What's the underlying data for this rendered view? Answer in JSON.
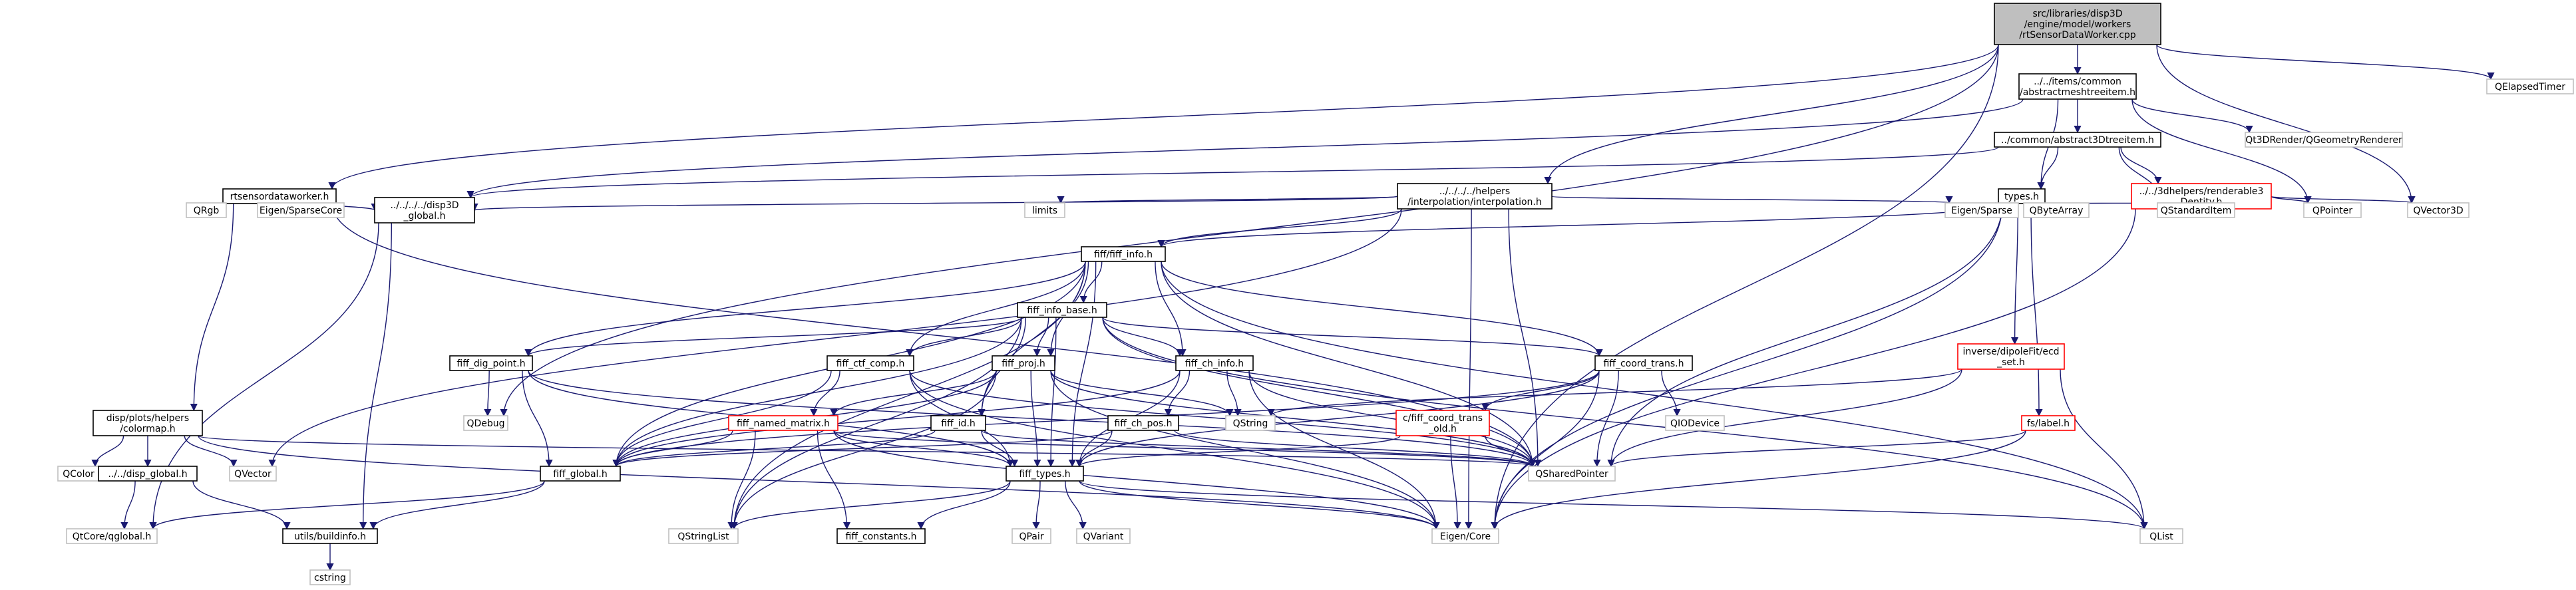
{
  "colors": {
    "background": "#ffffff",
    "edge": "#191970",
    "edge_external": "#63b8ff",
    "node_border": "#000000",
    "node_border_truncated": "#ff0000",
    "node_border_external": "#bfbfbf",
    "root_fill": "#bfbfbf"
  },
  "nodes": [
    {
      "id": "root",
      "lines": [
        "src/libraries/disp3D",
        "/engine/model/workers",
        "/rtSensorDataWorker.cpp"
      ],
      "kind": "root"
    },
    {
      "id": "abstractmesh",
      "lines": [
        "../../items/common",
        "/abstractmeshtreeitem.h"
      ],
      "kind": "normal"
    },
    {
      "id": "qelapsed",
      "lines": [
        "QElapsedTimer"
      ],
      "kind": "external"
    },
    {
      "id": "qt3drender",
      "lines": [
        "Qt3DRender/QGeometryRenderer"
      ],
      "kind": "external"
    },
    {
      "id": "abstract3d",
      "lines": [
        "../common/abstract3Dtreeitem.h"
      ],
      "kind": "normal"
    },
    {
      "id": "rtsensordataworker",
      "lines": [
        "rtsensordataworker.h"
      ],
      "kind": "normal"
    },
    {
      "id": "interpolation",
      "lines": [
        "../../../../helpers",
        "/interpolation/interpolation.h"
      ],
      "kind": "normal"
    },
    {
      "id": "typesh",
      "lines": [
        "types.h"
      ],
      "kind": "normal"
    },
    {
      "id": "renderable3",
      "lines": [
        "../../3dhelpers/renderable3",
        "Dentity.h"
      ],
      "kind": "truncated"
    },
    {
      "id": "qrgb",
      "lines": [
        "QRgb"
      ],
      "kind": "external"
    },
    {
      "id": "eigensparsecore",
      "lines": [
        "Eigen/SparseCore"
      ],
      "kind": "external"
    },
    {
      "id": "disp3dglobal",
      "lines": [
        "../../../../disp3D",
        "_global.h"
      ],
      "kind": "normal"
    },
    {
      "id": "limits",
      "lines": [
        "limits"
      ],
      "kind": "external"
    },
    {
      "id": "fiffinfo",
      "lines": [
        "fiff/fiff_info.h"
      ],
      "kind": "normal"
    },
    {
      "id": "eigensparse",
      "lines": [
        "Eigen/Sparse"
      ],
      "kind": "external"
    },
    {
      "id": "qbytearray",
      "lines": [
        "QByteArray"
      ],
      "kind": "external"
    },
    {
      "id": "qstandarditem",
      "lines": [
        "QStandardItem"
      ],
      "kind": "external"
    },
    {
      "id": "qpointer",
      "lines": [
        "QPointer"
      ],
      "kind": "external"
    },
    {
      "id": "qvector3d",
      "lines": [
        "QVector3D"
      ],
      "kind": "external"
    },
    {
      "id": "fiffinfobase",
      "lines": [
        "fiff_info_base.h"
      ],
      "kind": "normal"
    },
    {
      "id": "dipolefit",
      "lines": [
        "inverse/dipoleFit/ecd",
        "_set.h"
      ],
      "kind": "truncated"
    },
    {
      "id": "fiffdigpoint",
      "lines": [
        "fiff_dig_point.h"
      ],
      "kind": "normal"
    },
    {
      "id": "fiffctfcomp",
      "lines": [
        "fiff_ctf_comp.h"
      ],
      "kind": "normal"
    },
    {
      "id": "fiffproj",
      "lines": [
        "fiff_proj.h"
      ],
      "kind": "normal"
    },
    {
      "id": "fiffchinfo",
      "lines": [
        "fiff_ch_info.h"
      ],
      "kind": "normal"
    },
    {
      "id": "fiffcoordtrans",
      "lines": [
        "fiff_coord_trans.h"
      ],
      "kind": "normal"
    },
    {
      "id": "colormap",
      "lines": [
        "disp/plots/helpers",
        "/colormap.h"
      ],
      "kind": "normal"
    },
    {
      "id": "qdebug",
      "lines": [
        "QDebug"
      ],
      "kind": "external"
    },
    {
      "id": "qstring",
      "lines": [
        "QString"
      ],
      "kind": "external"
    },
    {
      "id": "qiodevice",
      "lines": [
        "QIODevice"
      ],
      "kind": "external"
    },
    {
      "id": "fslabel",
      "lines": [
        "fs/label.h"
      ],
      "kind": "truncated"
    },
    {
      "id": "fiffnamedmatrix",
      "lines": [
        "fiff_named_matrix.h"
      ],
      "kind": "truncated"
    },
    {
      "id": "fiffid",
      "lines": [
        "fiff_id.h"
      ],
      "kind": "normal"
    },
    {
      "id": "fiffchpos",
      "lines": [
        "fiff_ch_pos.h"
      ],
      "kind": "normal"
    },
    {
      "id": "coordtransold",
      "lines": [
        "c/fiff_coord_trans",
        "_old.h"
      ],
      "kind": "truncated"
    },
    {
      "id": "qcolor",
      "lines": [
        "QColor"
      ],
      "kind": "external"
    },
    {
      "id": "qvector",
      "lines": [
        "QVector"
      ],
      "kind": "external"
    },
    {
      "id": "dispglobal",
      "lines": [
        "../../disp_global.h"
      ],
      "kind": "normal"
    },
    {
      "id": "fiffglobal",
      "lines": [
        "fiff_global.h"
      ],
      "kind": "normal"
    },
    {
      "id": "fifftypes",
      "lines": [
        "fiff_types.h"
      ],
      "kind": "normal"
    },
    {
      "id": "qsharedpointer",
      "lines": [
        "QSharedPointer"
      ],
      "kind": "external"
    },
    {
      "id": "qtcoreqglobal",
      "lines": [
        "QtCore/qglobal.h"
      ],
      "kind": "external"
    },
    {
      "id": "buildinfo",
      "lines": [
        "utils/buildinfo.h"
      ],
      "kind": "normal"
    },
    {
      "id": "qstringlist",
      "lines": [
        "QStringList"
      ],
      "kind": "external"
    },
    {
      "id": "fiffconstants",
      "lines": [
        "fiff_constants.h"
      ],
      "kind": "normal"
    },
    {
      "id": "qpair",
      "lines": [
        "QPair"
      ],
      "kind": "external"
    },
    {
      "id": "qvariant",
      "lines": [
        "QVariant"
      ],
      "kind": "external"
    },
    {
      "id": "eigencore",
      "lines": [
        "Eigen/Core"
      ],
      "kind": "external"
    },
    {
      "id": "qlist",
      "lines": [
        "QList"
      ],
      "kind": "external"
    },
    {
      "id": "cstring",
      "lines": [
        "cstring"
      ],
      "kind": "external"
    }
  ],
  "edges": [
    [
      "root",
      "abstractmesh"
    ],
    [
      "root",
      "qelapsed"
    ],
    [
      "root",
      "rtsensordataworker"
    ],
    [
      "root",
      "interpolation"
    ],
    [
      "root",
      "qdebug"
    ],
    [
      "root",
      "qvector3d"
    ],
    [
      "root",
      "eigencore"
    ],
    [
      "abstractmesh",
      "abstract3d"
    ],
    [
      "abstractmesh",
      "qt3drender"
    ],
    [
      "abstractmesh",
      "typesh"
    ],
    [
      "abstractmesh",
      "disp3dglobal"
    ],
    [
      "abstractmesh",
      "qpointer"
    ],
    [
      "abstract3d",
      "typesh"
    ],
    [
      "abstract3d",
      "renderable3"
    ],
    [
      "abstract3d",
      "disp3dglobal"
    ],
    [
      "abstract3d",
      "qstandarditem"
    ],
    [
      "renderable3",
      "qpointer"
    ],
    [
      "renderable3",
      "qvector3d"
    ],
    [
      "renderable3",
      "eigencore"
    ],
    [
      "rtsensordataworker",
      "qrgb"
    ],
    [
      "rtsensordataworker",
      "eigensparsecore"
    ],
    [
      "rtsensordataworker",
      "disp3dglobal"
    ],
    [
      "rtsensordataworker",
      "colormap"
    ],
    [
      "rtsensordataworker",
      "qsharedpointer"
    ],
    [
      "interpolation",
      "limits"
    ],
    [
      "interpolation",
      "fiffinfo"
    ],
    [
      "interpolation",
      "eigensparse"
    ],
    [
      "interpolation",
      "disp3dglobal"
    ],
    [
      "interpolation",
      "qsharedpointer"
    ],
    [
      "interpolation",
      "qvector"
    ],
    [
      "interpolation",
      "eigencore"
    ],
    [
      "typesh",
      "eigensparse"
    ],
    [
      "typesh",
      "qbytearray"
    ],
    [
      "typesh",
      "qstandarditem"
    ],
    [
      "typesh",
      "dipolefit"
    ],
    [
      "typesh",
      "fslabel"
    ],
    [
      "typesh",
      "fiffinfo"
    ],
    [
      "typesh",
      "qsharedpointer"
    ],
    [
      "typesh",
      "eigencore"
    ],
    [
      "disp3dglobal",
      "qtcoreqglobal"
    ],
    [
      "disp3dglobal",
      "buildinfo"
    ],
    [
      "fiffinfo",
      "fiffinfobase"
    ],
    [
      "fiffinfo",
      "fiffctfcomp"
    ],
    [
      "fiffinfo",
      "fiffproj"
    ],
    [
      "fiffinfo",
      "fiffchinfo"
    ],
    [
      "fiffinfo",
      "fiffcoordtrans"
    ],
    [
      "fiffinfo",
      "fiffid"
    ],
    [
      "fiffinfo",
      "fiffglobal"
    ],
    [
      "fiffinfo",
      "fifftypes"
    ],
    [
      "fiffinfo",
      "qsharedpointer"
    ],
    [
      "fiffinfo",
      "qlist"
    ],
    [
      "fiffinfo",
      "fiffdigpoint"
    ],
    [
      "fiffinfo",
      "qstringlist"
    ],
    [
      "fiffinfobase",
      "fiffdigpoint"
    ],
    [
      "fiffinfobase",
      "fiffctfcomp"
    ],
    [
      "fiffinfobase",
      "fiffproj"
    ],
    [
      "fiffinfobase",
      "fiffchinfo"
    ],
    [
      "fiffinfobase",
      "fiffcoordtrans"
    ],
    [
      "fiffinfobase",
      "fiffid"
    ],
    [
      "fiffinfobase",
      "fiffglobal"
    ],
    [
      "fiffinfobase",
      "fifftypes"
    ],
    [
      "fiffinfobase",
      "qsharedpointer"
    ],
    [
      "fiffinfobase",
      "qlist"
    ],
    [
      "fiffinfobase",
      "qstringlist"
    ],
    [
      "dipolefit",
      "qstring"
    ],
    [
      "dipolefit",
      "qsharedpointer"
    ],
    [
      "dipolefit",
      "qlist"
    ],
    [
      "fiffdigpoint",
      "qdebug"
    ],
    [
      "fiffdigpoint",
      "fiffglobal"
    ],
    [
      "fiffdigpoint",
      "fifftypes"
    ],
    [
      "fiffdigpoint",
      "qsharedpointer"
    ],
    [
      "fiffctfcomp",
      "fiffnamedmatrix"
    ],
    [
      "fiffctfcomp",
      "fiffglobal"
    ],
    [
      "fiffctfcomp",
      "fifftypes"
    ],
    [
      "fiffctfcomp",
      "qsharedpointer"
    ],
    [
      "fiffctfcomp",
      "eigencore"
    ],
    [
      "fiffproj",
      "fiffnamedmatrix"
    ],
    [
      "fiffproj",
      "fiffglobal"
    ],
    [
      "fiffproj",
      "fifftypes"
    ],
    [
      "fiffproj",
      "qstring"
    ],
    [
      "fiffproj",
      "qsharedpointer"
    ],
    [
      "fiffproj",
      "eigencore"
    ],
    [
      "fiffproj",
      "qstringlist"
    ],
    [
      "fiffchinfo",
      "fiffchpos"
    ],
    [
      "fiffchinfo",
      "fiffglobal"
    ],
    [
      "fiffchinfo",
      "fifftypes"
    ],
    [
      "fiffchinfo",
      "qstring"
    ],
    [
      "fiffchinfo",
      "qsharedpointer"
    ],
    [
      "fiffchinfo",
      "eigencore"
    ],
    [
      "fiffcoordtrans",
      "coordtransold"
    ],
    [
      "fiffcoordtrans",
      "qiodevice"
    ],
    [
      "fiffcoordtrans",
      "fiffglobal"
    ],
    [
      "fiffcoordtrans",
      "fifftypes"
    ],
    [
      "fiffcoordtrans",
      "qsharedpointer"
    ],
    [
      "fiffcoordtrans",
      "eigencore"
    ],
    [
      "colormap",
      "qcolor"
    ],
    [
      "colormap",
      "qvector"
    ],
    [
      "colormap",
      "dispglobal"
    ],
    [
      "colormap",
      "qsharedpointer"
    ],
    [
      "colormap",
      "eigencore"
    ],
    [
      "fslabel",
      "qsharedpointer"
    ],
    [
      "fslabel",
      "eigencore"
    ],
    [
      "fiffnamedmatrix",
      "fiffglobal"
    ],
    [
      "fiffnamedmatrix",
      "fifftypes"
    ],
    [
      "fiffnamedmatrix",
      "fiffconstants"
    ],
    [
      "fiffnamedmatrix",
      "qsharedpointer"
    ],
    [
      "fiffnamedmatrix",
      "eigencore"
    ],
    [
      "fiffnamedmatrix",
      "qstringlist"
    ],
    [
      "fiffid",
      "fiffglobal"
    ],
    [
      "fiffid",
      "fifftypes"
    ],
    [
      "fiffid",
      "qsharedpointer"
    ],
    [
      "fiffchpos",
      "fiffglobal"
    ],
    [
      "fiffchpos",
      "fifftypes"
    ],
    [
      "fiffchpos",
      "qsharedpointer"
    ],
    [
      "coordtransold",
      "fifftypes"
    ],
    [
      "coordtransold",
      "eigencore"
    ],
    [
      "coordtransold",
      "qsharedpointer"
    ],
    [
      "dispglobal",
      "qtcoreqglobal"
    ],
    [
      "dispglobal",
      "buildinfo"
    ],
    [
      "fiffglobal",
      "qtcoreqglobal"
    ],
    [
      "fiffglobal",
      "buildinfo"
    ],
    [
      "fifftypes",
      "qpair"
    ],
    [
      "fifftypes",
      "qvariant"
    ],
    [
      "fifftypes",
      "fiffconstants"
    ],
    [
      "fifftypes",
      "qstringlist"
    ],
    [
      "fifftypes",
      "eigencore"
    ],
    [
      "fifftypes",
      "qlist"
    ],
    [
      "buildinfo",
      "cstring"
    ]
  ]
}
